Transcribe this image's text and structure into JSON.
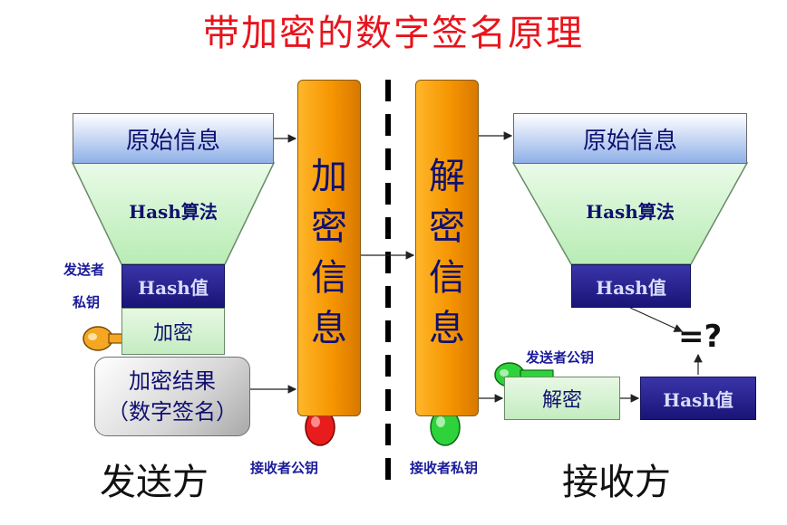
{
  "title": "带加密的数字签名原理",
  "sender": {
    "original": "原始信息",
    "hash_algo": "Hash算法",
    "hash_value": "Hash值",
    "private_key_label_1": "发送者",
    "private_key_label_2": "私钥",
    "encrypt": "加密",
    "result_line1": "加密结果",
    "result_line2": "（数字签名）",
    "side_label": "发送方",
    "pub_key_label": "接收者公钥"
  },
  "pillars": {
    "encrypt": [
      "加",
      "密",
      "信",
      "息"
    ],
    "decrypt": [
      "解",
      "密",
      "信",
      "息"
    ]
  },
  "receiver": {
    "original": "原始信息",
    "hash_algo": "Hash算法",
    "hash_value": "Hash值",
    "pub_key_label": "发送者公钥",
    "decrypt": "解密",
    "hash_value2": "Hash值",
    "compare": "=?",
    "priv_key_label": "接收者私钥",
    "side_label": "接收方"
  },
  "colors": {
    "title": "#e8141c",
    "pillar": "#f59500",
    "hash_box": "#1e1a80",
    "funnel": "#c8f4c8",
    "key_orange": "#f5a623",
    "key_red": "#e81c1c",
    "key_green": "#2ed23a"
  },
  "icons": [
    "key-icon-orange",
    "key-icon-red",
    "key-icon-green-bottom",
    "key-icon-green-receiver"
  ]
}
